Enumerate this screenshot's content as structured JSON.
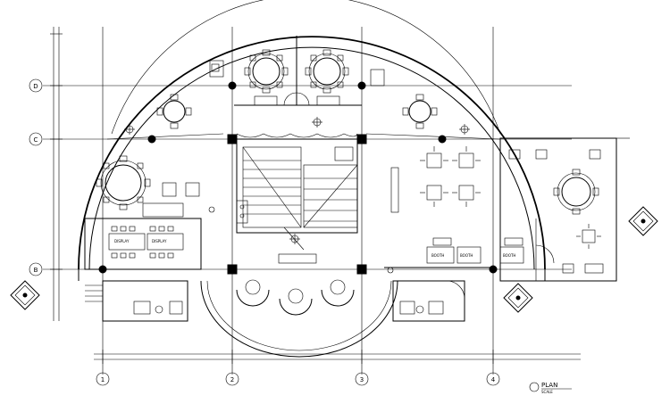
{
  "plan": {
    "grid_rows": [
      "D",
      "C",
      "B"
    ],
    "grid_cols": [
      "1",
      "2",
      "3",
      "4"
    ],
    "title": "PLAN",
    "scale_note": "SCALE"
  }
}
